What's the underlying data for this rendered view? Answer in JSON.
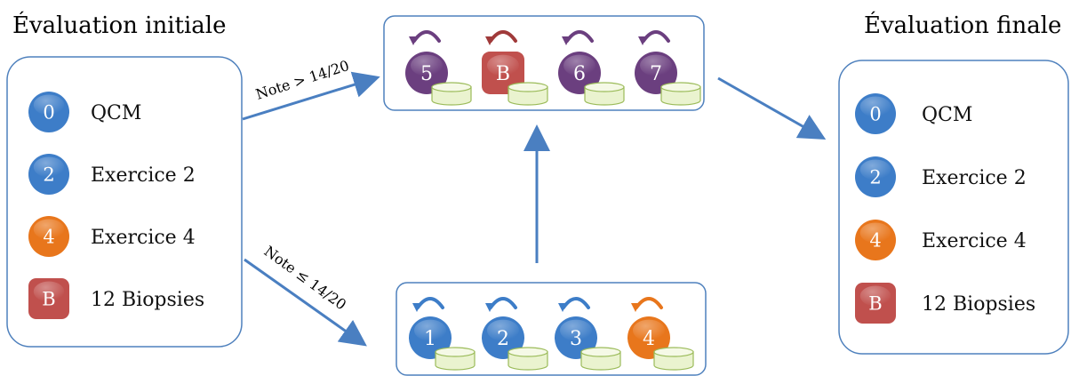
{
  "initial": {
    "title": "Évaluation initiale",
    "items": [
      {
        "badge": "0",
        "label": "QCM",
        "color": "#3d7dc8",
        "shape": "circle"
      },
      {
        "badge": "2",
        "label": "Exercice 2",
        "color": "#3d7dc8",
        "shape": "circle"
      },
      {
        "badge": "4",
        "label": "Exercice 4",
        "color": "#e8761c",
        "shape": "circle"
      },
      {
        "badge": "B",
        "label": "12 Biopsies",
        "color": "#c0504d",
        "shape": "rounded"
      }
    ]
  },
  "final": {
    "title": "Évaluation finale",
    "items": [
      {
        "badge": "0",
        "label": "QCM",
        "color": "#3d7dc8",
        "shape": "circle"
      },
      {
        "badge": "2",
        "label": "Exercice 2",
        "color": "#3d7dc8",
        "shape": "circle"
      },
      {
        "badge": "4",
        "label": "Exercice 4",
        "color": "#e8761c",
        "shape": "circle"
      },
      {
        "badge": "B",
        "label": "12 Biopsies",
        "color": "#c0504d",
        "shape": "rounded"
      }
    ]
  },
  "upper_path": {
    "condition": "Note > 14/20",
    "steps": [
      {
        "badge": "5",
        "color": "#6b3f7f",
        "arrow_color": "#6b3f7f",
        "shape": "circle"
      },
      {
        "badge": "B",
        "color": "#c0504d",
        "arrow_color": "#a03a3a",
        "shape": "rounded"
      },
      {
        "badge": "6",
        "color": "#6b3f7f",
        "arrow_color": "#6b3f7f",
        "shape": "circle"
      },
      {
        "badge": "7",
        "color": "#6b3f7f",
        "arrow_color": "#6b3f7f",
        "shape": "circle"
      }
    ]
  },
  "lower_path": {
    "condition": "Note ≤ 14/20",
    "steps": [
      {
        "badge": "1",
        "color": "#3d7dc8",
        "arrow_color": "#3d7dc8",
        "shape": "circle"
      },
      {
        "badge": "2",
        "color": "#3d7dc8",
        "arrow_color": "#3d7dc8",
        "shape": "circle"
      },
      {
        "badge": "3",
        "color": "#3d7dc8",
        "arrow_color": "#3d7dc8",
        "shape": "circle"
      },
      {
        "badge": "4",
        "color": "#e8761c",
        "arrow_color": "#e8761c",
        "shape": "circle"
      }
    ]
  },
  "colors": {
    "frame_border": "#4f81bd",
    "connector": "#4a7fc1",
    "cylinder_fill": "#eaf3cf",
    "cylinder_stroke": "#9bbb59"
  }
}
